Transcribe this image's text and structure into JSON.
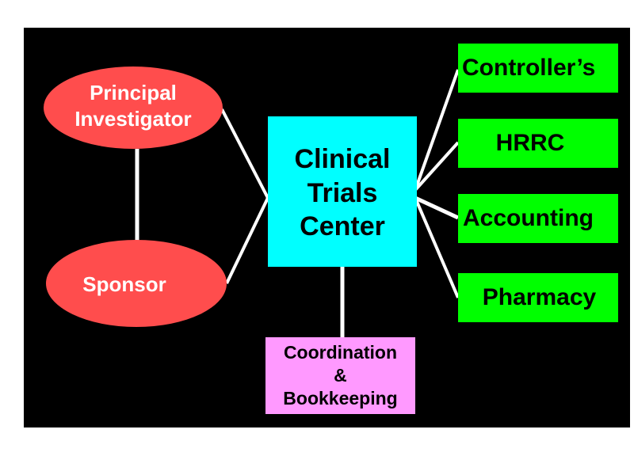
{
  "diagram": {
    "colors": {
      "background": "#000000",
      "ellipse_fill": "#ff4d4d",
      "center_fill": "#00ffff",
      "green_fill": "#00ff00",
      "coordination_fill": "#ff99ff",
      "line": "#ffffff"
    },
    "nodes": {
      "principal_investigator": "Principal\nInvestigator",
      "sponsor": "Sponsor",
      "clinical_trials_center": "Clinical\nTrials\nCenter",
      "coordination": "Coordination\n&\nBookkeeping",
      "controllers": "Controller’s",
      "hrrc": "HRRC",
      "accounting": "Accounting",
      "pharmacy": "Pharmacy"
    },
    "connections": [
      [
        "principal_investigator",
        "sponsor"
      ],
      [
        "principal_investigator",
        "clinical_trials_center"
      ],
      [
        "sponsor",
        "clinical_trials_center"
      ],
      [
        "clinical_trials_center",
        "coordination"
      ],
      [
        "clinical_trials_center",
        "controllers"
      ],
      [
        "clinical_trials_center",
        "hrrc"
      ],
      [
        "clinical_trials_center",
        "accounting"
      ],
      [
        "clinical_trials_center",
        "pharmacy"
      ]
    ]
  }
}
